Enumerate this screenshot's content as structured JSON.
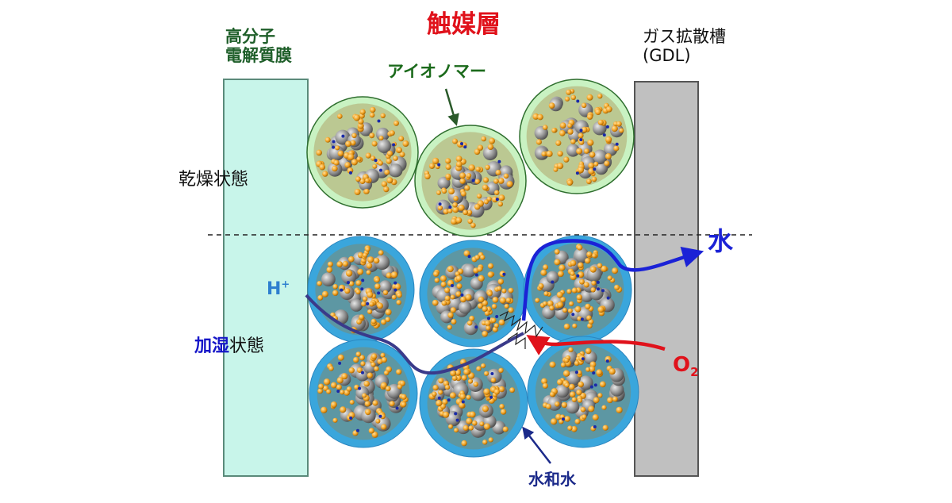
{
  "labels": {
    "membrane": "高分子\n電解質膜",
    "catalyst_layer": "触媒層",
    "gdl": "ガス拡散槽\n(GDL)",
    "ionomer": "アイオノマー",
    "dry_state": "乾燥状態",
    "humid_state_accent": "加湿",
    "humid_state_rest": "状態",
    "h_plus": "H",
    "h_plus_sup": "+",
    "water": "水",
    "o2": "O",
    "o2_sub": "2",
    "hydration_water": "水和水"
  },
  "colors": {
    "membrane_fill": "#c8f5ea",
    "membrane_stroke": "#5a8a7a",
    "gdl_fill": "#c0c0c0",
    "gdl_stroke": "#555555",
    "ionomer_dry": "#c9f2c2",
    "ionomer_dry_stroke": "#2f6f2f",
    "ionomer_wet": "#3aa6dc",
    "catalyst_pt": "#8a8a8a",
    "catalyst_particle": "#f0a020",
    "proton_path": "#3a3a8a",
    "water_path": "#1b22d6",
    "o2_path": "#e0121b"
  },
  "icons": {
    "proton_path": "proton-path-arrow",
    "water_path": "water-path-arrow",
    "o2_path": "o2-path-arrow",
    "reaction": "reaction-spark-icon"
  }
}
